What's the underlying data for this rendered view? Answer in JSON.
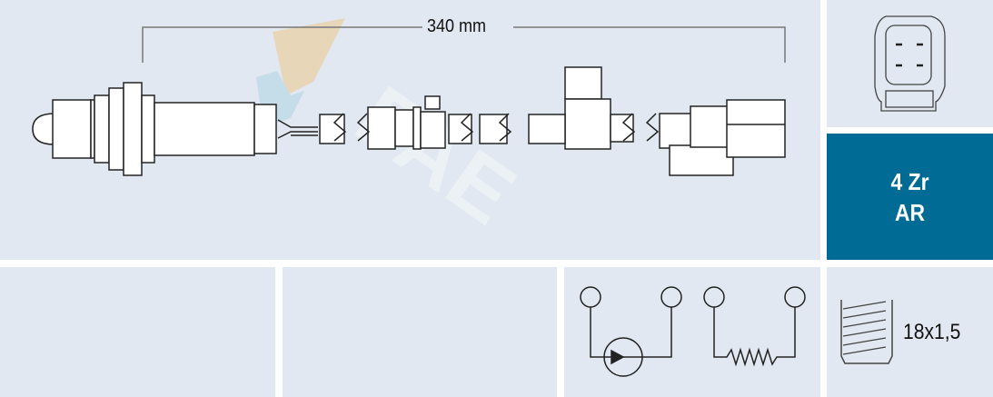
{
  "dimension": {
    "length_label": "340 mm"
  },
  "badge": {
    "line1": "4 Zr",
    "line2": "AR",
    "color": "#006b94"
  },
  "thread": {
    "label": "18x1,5"
  },
  "icons": {
    "connector": "4-pin-connector-icon",
    "circuit_pump": "pump-circuit-icon",
    "circuit_heater": "heater-resistor-icon",
    "thread": "thread-icon"
  },
  "colors": {
    "panel": "#e1e8f1",
    "gap": "#ffffff",
    "line": "#222222"
  }
}
